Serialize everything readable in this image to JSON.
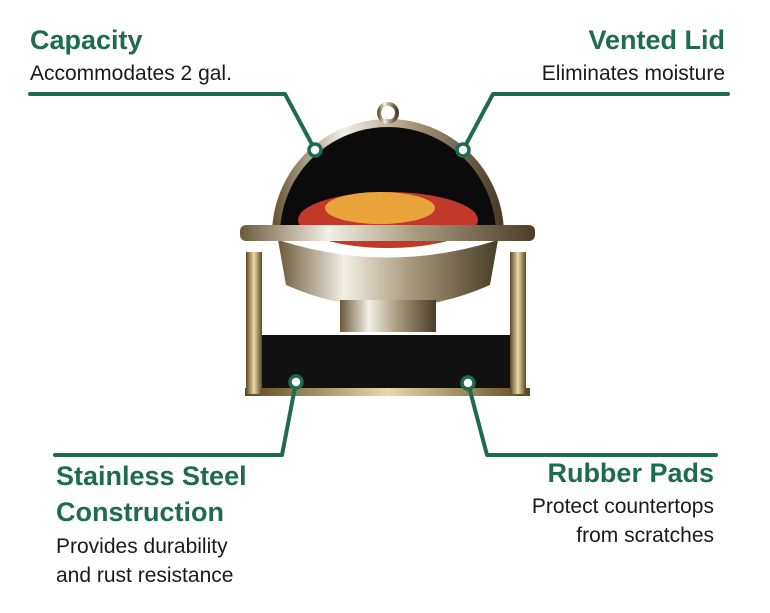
{
  "accent_color": "#1f6b4f",
  "callouts": {
    "capacity": {
      "title": "Capacity",
      "desc": "Accommodates 2 gal."
    },
    "vented_lid": {
      "title": "Vented Lid",
      "desc": "Eliminates moisture"
    },
    "stainless": {
      "title_1": "Stainless Steel",
      "title_2": "Construction",
      "desc_1": "Provides durability",
      "desc_2": "and rust resistance"
    },
    "rubber_pads": {
      "title": "Rubber Pads",
      "desc_1": "Protect countertops",
      "desc_2": "from scratches"
    }
  }
}
